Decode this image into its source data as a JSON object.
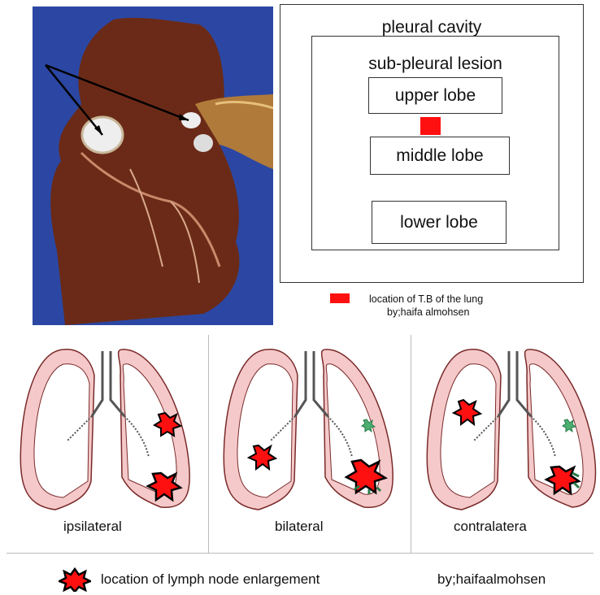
{
  "photo": {
    "subject": "lung-section-photo",
    "colors": {
      "background": "#2b47a3",
      "tissue": "#6b2a17",
      "lesion": "#f2f2f2",
      "bronchus": "#d49a4a"
    }
  },
  "diagram": {
    "outer_label": "pleural cavity",
    "inner_label": "sub-pleural lesion",
    "lobes": [
      "upper lobe",
      "middle lobe",
      "lower lobe"
    ],
    "marker_color": "#ff1010"
  },
  "legend_top": {
    "line1": "location of T.B of the lung",
    "line2": "by;haifa almohsen"
  },
  "panels": [
    {
      "caption": "ipsilateral"
    },
    {
      "caption": "bilateral"
    },
    {
      "caption": "contralatera"
    }
  ],
  "legend_bottom": {
    "text": "location of lymph node enlargement",
    "author": "by;haifaalmohsen"
  }
}
